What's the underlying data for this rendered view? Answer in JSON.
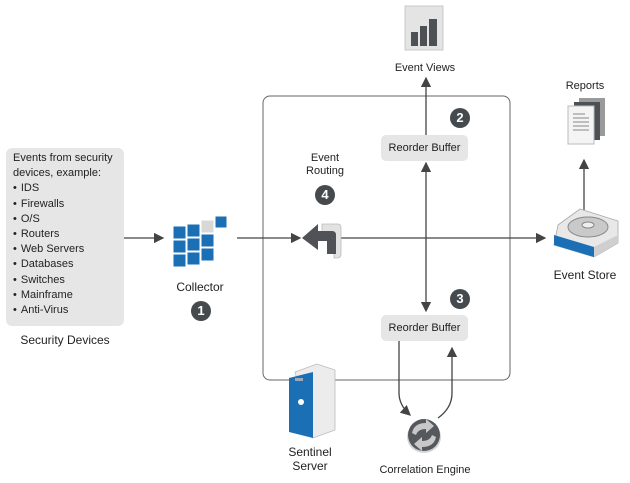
{
  "security_devices": {
    "intro": "Events from security devices, example:",
    "items": [
      "IDS",
      "Firewalls",
      "O/S",
      "Routers",
      "Web Servers",
      "Databases",
      "Switches",
      "Mainframe",
      "Anti-Virus"
    ],
    "label": "Security Devices"
  },
  "collector": {
    "label": "Collector",
    "step": "1"
  },
  "event_routing": {
    "label_line1": "Event",
    "label_line2": "Routing",
    "step": "4"
  },
  "reorder_buffer_top": {
    "label": "Reorder Buffer",
    "step": "2"
  },
  "reorder_buffer_bottom": {
    "label": "Reorder Buffer",
    "step": "3"
  },
  "event_views": {
    "label": "Event Views"
  },
  "reports": {
    "label": "Reports"
  },
  "event_store": {
    "label": "Event Store"
  },
  "sentinel_server": {
    "label_line1": "Sentinel",
    "label_line2": "Server"
  },
  "correlation_engine": {
    "label": "Correlation Engine"
  },
  "colors": {
    "accent_blue": "#1a6fb5",
    "badge": "#454a4f",
    "box_gray": "#e6e6e6",
    "line": "#555555"
  }
}
